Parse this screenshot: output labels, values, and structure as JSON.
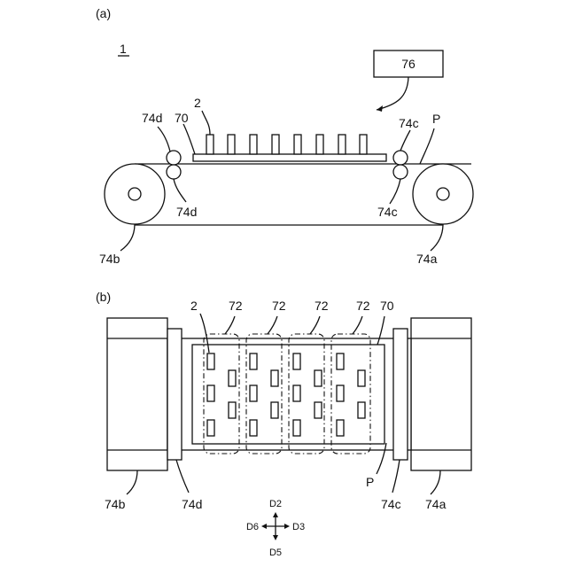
{
  "figure": {
    "panel_a": {
      "panel_label": "(a)",
      "apparatus_label": "1",
      "controller_label": "76",
      "substrate_label": "2",
      "stage_label": "70",
      "film_label": "P",
      "roller_labels": {
        "nip_left_top": "74d",
        "nip_left_bottom": "74d",
        "nip_right_top": "74c",
        "nip_right_bottom": "74c",
        "reel_left": "74b",
        "reel_right": "74a"
      }
    },
    "panel_b": {
      "panel_label": "(b)",
      "substrate_label": "2",
      "region_labels": [
        "72",
        "72",
        "72",
        "72"
      ],
      "stage_label": "70",
      "film_label": "P",
      "roller_labels": {
        "reel_left": "74b",
        "nip_left": "74d",
        "nip_right": "74c",
        "reel_right": "74a"
      },
      "directions": {
        "up": "D2",
        "left": "D6",
        "right": "D3",
        "down": "D5"
      }
    }
  }
}
